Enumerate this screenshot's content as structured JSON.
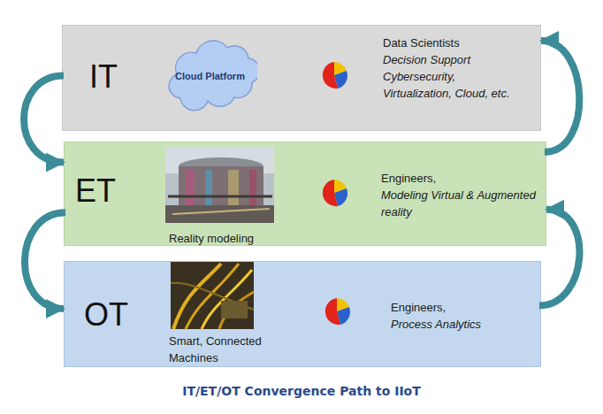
{
  "diagram": {
    "title": "IT/ET/OT Convergence Path to IIoT",
    "nodes": [
      {
        "text": [
          "IT",
          "Data Scientists",
          "Decision Support Cybersecurity, Virtualization, Cloud, etc."
        ]
      },
      {
        "text": [
          "Cloud Platform"
        ],
        "in": 0
      },
      {
        "text": [
          "ET",
          "Reality modeling",
          "Engineers,",
          "Modeling Virtual & Augmented reality"
        ]
      },
      {
        "text": [
          "OT",
          "Smart, Connected Machines",
          "Engineers,",
          "Process Analytics"
        ]
      }
    ],
    "edges": [
      {
        "from": 0,
        "to": 2,
        "arrow": "to"
      },
      {
        "from": 2,
        "to": 3,
        "arrow": "to"
      },
      {
        "from": 3,
        "to": 2,
        "arrow": "to"
      },
      {
        "from": 2,
        "to": 0,
        "arrow": "to"
      }
    ]
  }
}
